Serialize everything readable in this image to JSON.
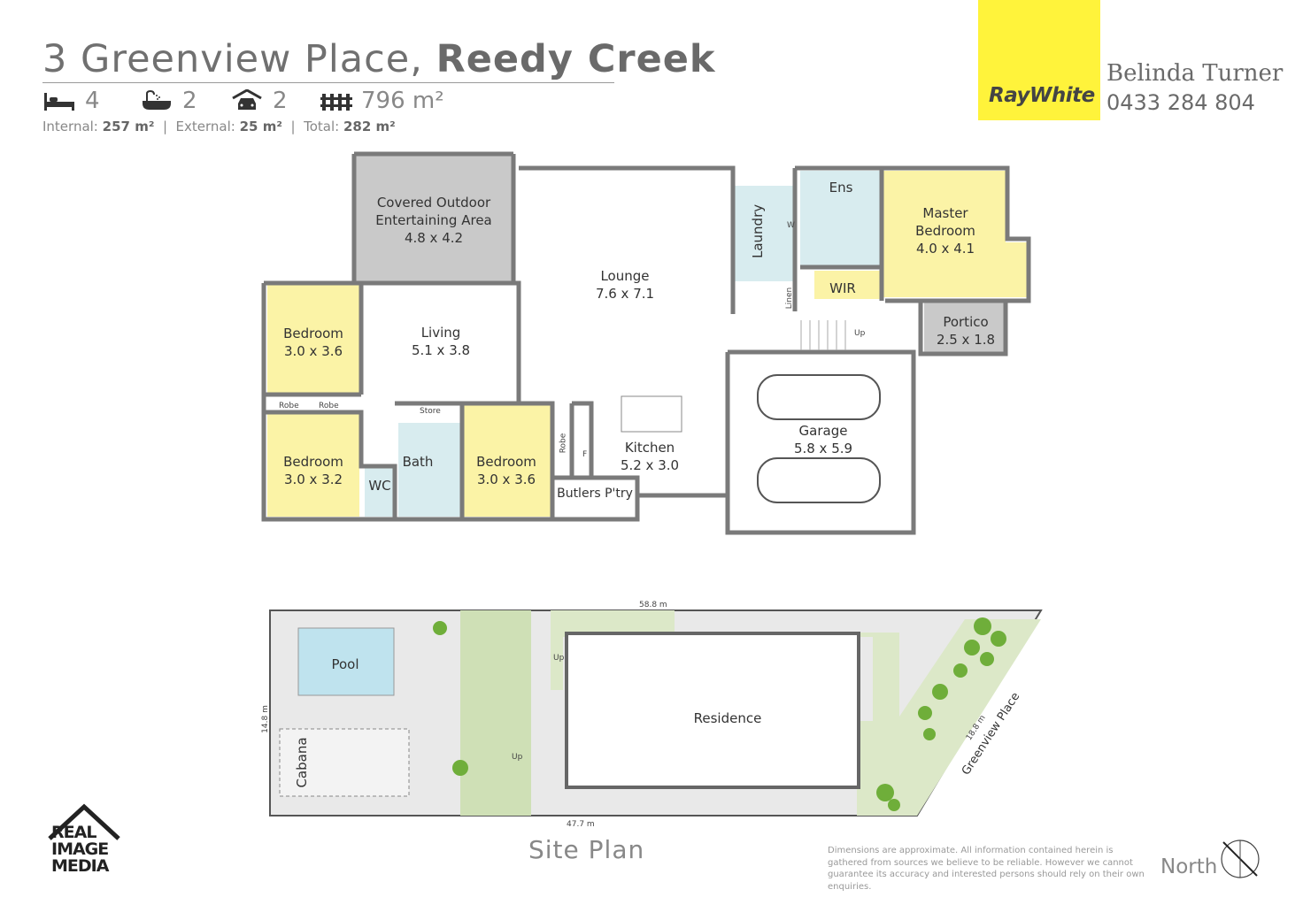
{
  "header": {
    "address_street": "3 Greenview Place,",
    "address_suburb": "Reedy Creek",
    "stats": {
      "bedrooms": "4",
      "bathrooms": "2",
      "car_spaces": "2",
      "land_size": "796 m²"
    },
    "areas": {
      "internal_label": "Internal:",
      "internal_value": "257 m²",
      "external_label": "External:",
      "external_value": "25 m²",
      "total_label": "Total:",
      "total_value": "282 m²",
      "separator": "|"
    }
  },
  "agency": {
    "brand": "RayWhite",
    "agent_name": "Belinda Turner",
    "agent_phone": "0433 284 804",
    "brand_color": "#fff33b"
  },
  "floor_plan": {
    "rooms": {
      "outdoor": {
        "name1": "Covered Outdoor",
        "name2": "Entertaining Area",
        "size": "4.8 x 4.2"
      },
      "lounge": {
        "name": "Lounge",
        "size": "7.6 x 7.1"
      },
      "living": {
        "name": "Living",
        "size": "5.1 x 3.8"
      },
      "bedroom1": {
        "name": "Bedroom",
        "size": "3.0 x 3.6"
      },
      "bedroom2": {
        "name": "Bedroom",
        "size": "3.0 x 3.2"
      },
      "bedroom3": {
        "name": "Bedroom",
        "size": "3.0 x 3.6"
      },
      "master": {
        "name1": "Master",
        "name2": "Bedroom",
        "size": "4.0 x 4.1"
      },
      "kitchen": {
        "name": "Kitchen",
        "size": "5.2 x 3.0"
      },
      "garage": {
        "name": "Garage",
        "size": "5.8 x 5.9"
      },
      "portico": {
        "name": "Portico",
        "size": "2.5 x 1.8"
      },
      "laundry": {
        "name": "Laundry"
      },
      "ensuite": {
        "name": "Ens"
      },
      "wir": {
        "name": "WIR"
      },
      "bath": {
        "name": "Bath"
      },
      "wc": {
        "name": "WC"
      },
      "butlers": {
        "name": "Butlers P'try"
      },
      "store": {
        "name": "Store"
      },
      "robe1": {
        "name": "Robe"
      },
      "robe2": {
        "name": "Robe"
      },
      "robe3": {
        "name": "Robe"
      },
      "linen": {
        "name": "Linen"
      },
      "stairs_up": {
        "name": "Up"
      },
      "fridge": {
        "name": "F"
      },
      "washer": {
        "name": "W"
      }
    },
    "colors": {
      "bedroom": "#fbf3a6",
      "wet": "#d8ecef",
      "outdoor": "#c9c9c9",
      "wall": "#7a7a7a"
    }
  },
  "site_plan": {
    "label": "Site Plan",
    "pool": "Pool",
    "cabana": "Cabana",
    "residence": "Residence",
    "street": "Greenview Place",
    "dim_top": "58.8 m",
    "dim_bottom": "47.7 m",
    "dim_left": "14.8 m",
    "dim_right": "18.8 m",
    "up1": "Up",
    "up2": "Up"
  },
  "footer": {
    "disclaimer": "Dimensions are approximate.  All information contained herein is gathered from sources we believe to be reliable.  However we cannot guarantee its accuracy and interested persons should rely on their own enquiries.",
    "north": "North",
    "logo_line1": "REAL",
    "logo_line2": "IMAGE",
    "logo_line3": "MEDIA"
  }
}
